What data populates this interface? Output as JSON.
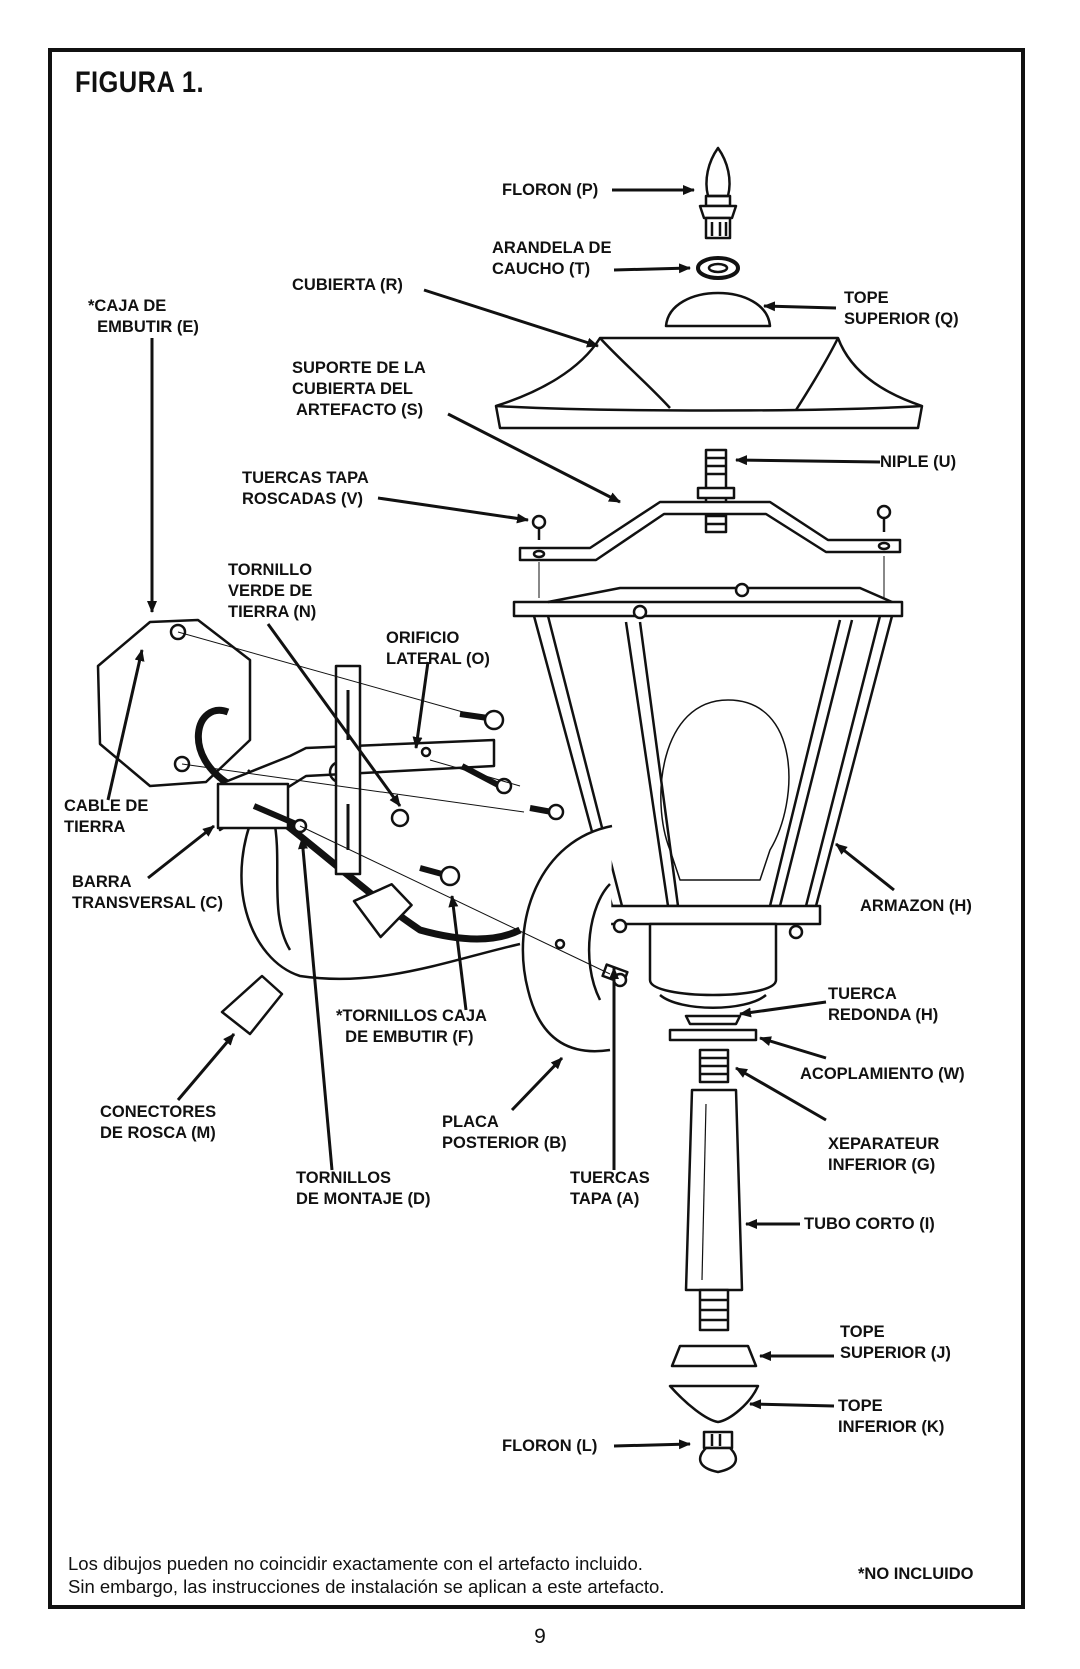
{
  "figure": {
    "title": "FIGURA 1.",
    "labels": {
      "floron_p": "FLORON (P)",
      "arandela": "ARANDELA DE\nCAUCHO (T)",
      "cubierta": "CUBIERTA (R)",
      "tope_sup_q": "TOPE\nSUPERIOR (Q)",
      "caja": "*CAJA DE\n  EMBUTIR (E)",
      "suporte": "SUPORTE DE LA\nCUBIERTA DEL\n ARTEFACTO (S)",
      "niple": "NIPLE (U)",
      "tuercas_v": "TUERCAS TAPA\nROSCADAS (V)",
      "tornillo_verde": "TORNILLO\nVERDE DE\nTIERRA (N)",
      "orificio": "ORIFICIO\nLATERAL (O)",
      "cable": "CABLE DE\nTIERRA",
      "barra": "BARRA\nTRANSVERSAL (C)",
      "armazon": "ARMAZON (H)",
      "tornillos_caja": "*TORNILLOS CAJA\n  DE EMBUTIR (F)",
      "tuerca_redonda": "TUERCA\nREDONDA (H)",
      "acoplamiento": "ACOPLAMIENTO (W)",
      "conectores": "CONECTORES\nDE ROSCA (M)",
      "placa": "PLACA\nPOSTERIOR (B)",
      "xeparateur": "XEPARATEUR\nINFERIOR (G)",
      "tornillos_montaje": "TORNILLOS\nDE MONTAJE (D)",
      "tuercas_a": "TUERCAS\nTAPA (A)",
      "tubo": "TUBO CORTO (I)",
      "tope_sup_j": "TOPE\nSUPERIOR (J)",
      "tope_inf_k": "TOPE\nINFERIOR (K)",
      "floron_l": "FLORON (L)"
    },
    "note": "Los dibujos pueden no coincidir exactamente con el artefacto incluido.\nSin embargo, las instrucciones de instalación se aplican a este artefacto.",
    "not_included": "*NO INCLUIDO"
  },
  "page_number": "9"
}
